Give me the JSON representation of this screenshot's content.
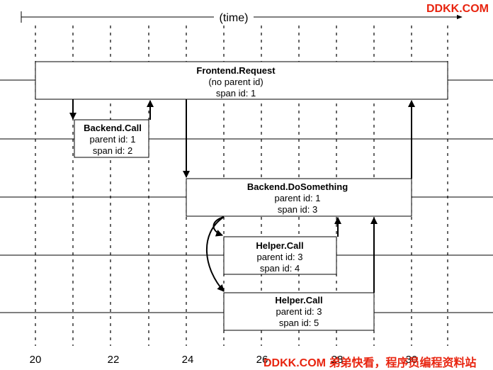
{
  "axis": {
    "label": "(time)"
  },
  "ticks": [
    "20",
    "22",
    "24",
    "26",
    "28",
    "30"
  ],
  "spans": [
    {
      "name": "Frontend.Request",
      "parent": "(no parent id)",
      "span": "span id: 1"
    },
    {
      "name": "Backend.Call",
      "parent": "parent id: 1",
      "span": "span id: 2"
    },
    {
      "name": "Backend.DoSomething",
      "parent": "parent id: 1",
      "span": "span id: 3"
    },
    {
      "name": "Helper.Call",
      "parent": "parent id: 3",
      "span": "span id: 4"
    },
    {
      "name": "Helper.Call",
      "parent": "parent id: 3",
      "span": "span id: 5"
    }
  ],
  "watermarks": {
    "top": "DDKK.COM",
    "bottom": "DDKK.COM 弟弟快看，程序员编程资料站"
  }
}
